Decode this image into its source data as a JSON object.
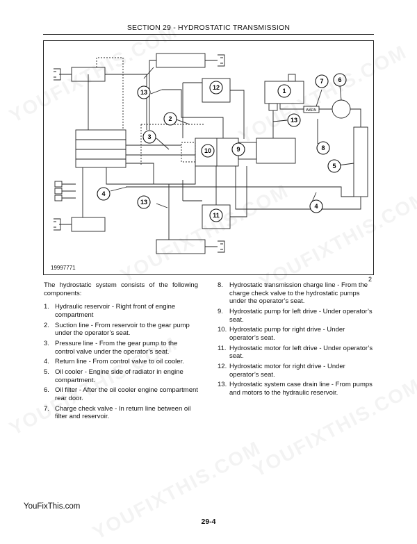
{
  "header": {
    "title": "SECTION 29 - HYDROSTATIC TRANSMISSION"
  },
  "figure": {
    "id": "19997771",
    "number": "2",
    "watermark_text": "YOUFIXTHIS.COM",
    "callouts": [
      "13",
      "12",
      "1",
      "7",
      "6",
      "2",
      "13",
      "3",
      "10",
      "9",
      "8",
      "5",
      "4",
      "13",
      "4",
      "11"
    ],
    "valve_label": "WARN"
  },
  "intro": "The hydrostatic system consists of the following components:",
  "items_left": [
    {
      "num": "1.",
      "text": "Hydraulic reservoir - Right front of engine compartment"
    },
    {
      "num": "2.",
      "text": "Suction line - From reservoir to the gear pump under the operator’s seat."
    },
    {
      "num": "3.",
      "text": "Pressure line - From the gear pump to the control valve under the operator’s seat."
    },
    {
      "num": "4.",
      "text": "Return line - From control valve to oil cooler."
    },
    {
      "num": "5.",
      "text": "Oil cooler - Engine side of radiator in engine compartment."
    },
    {
      "num": "6.",
      "text": "Oil filter - After the oil cooler engine compartment rear door."
    },
    {
      "num": "7.",
      "text": "Charge check valve - In return line between oil filter and reservoir."
    }
  ],
  "items_right": [
    {
      "num": "8.",
      "text": "Hydrostatic transmission charge line - From the charge check valve to the hydrostatic pumps under the operator’s seat."
    },
    {
      "num": "9.",
      "text": "Hydrostatic pump for left drive - Under operator’s seat."
    },
    {
      "num": "10.",
      "text": "Hydrostatic pump for right drive - Under operator’s seat."
    },
    {
      "num": "11.",
      "text": "Hydrostatic motor for left drive - Under operator’s seat."
    },
    {
      "num": "12.",
      "text": "Hydrostatic motor for right drive - Under operator’s seat."
    },
    {
      "num": "13.",
      "text": "Hydrostatic system case drain line - From pumps and motors to the hydraulic reservoir."
    }
  ],
  "footer": {
    "site": "YouFixThis.com",
    "page": "29-4"
  }
}
